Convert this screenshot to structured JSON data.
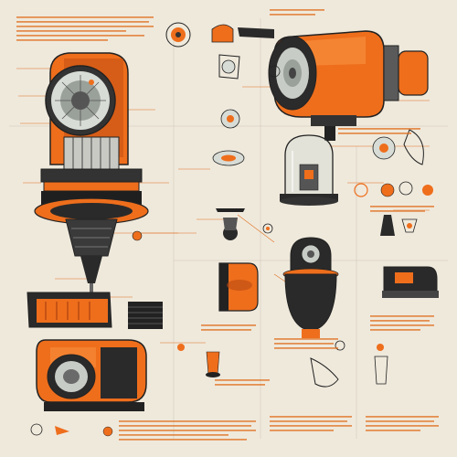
{
  "sheet": {
    "background": "#efe9dc",
    "palette": {
      "orange": "#ee6e1c",
      "orange_dark": "#b94a12",
      "ink": "#222222",
      "steel": "#8c8c8c",
      "glass": "#d8dcd6",
      "annotation": "#e07020"
    }
  },
  "illustrations": [
    {
      "name": "vertical-spindle-assembly",
      "icon": "machine-icon"
    },
    {
      "name": "horizontal-motor-cylinder",
      "icon": "motor-icon"
    },
    {
      "name": "glass-bell-chamber",
      "icon": "bell-jar-icon"
    },
    {
      "name": "dome-pressure-vessel",
      "icon": "vessel-icon"
    },
    {
      "name": "horizontal-camera-drive",
      "icon": "camera-icon"
    },
    {
      "name": "small-component-parts",
      "icon": "parts-icon"
    }
  ]
}
